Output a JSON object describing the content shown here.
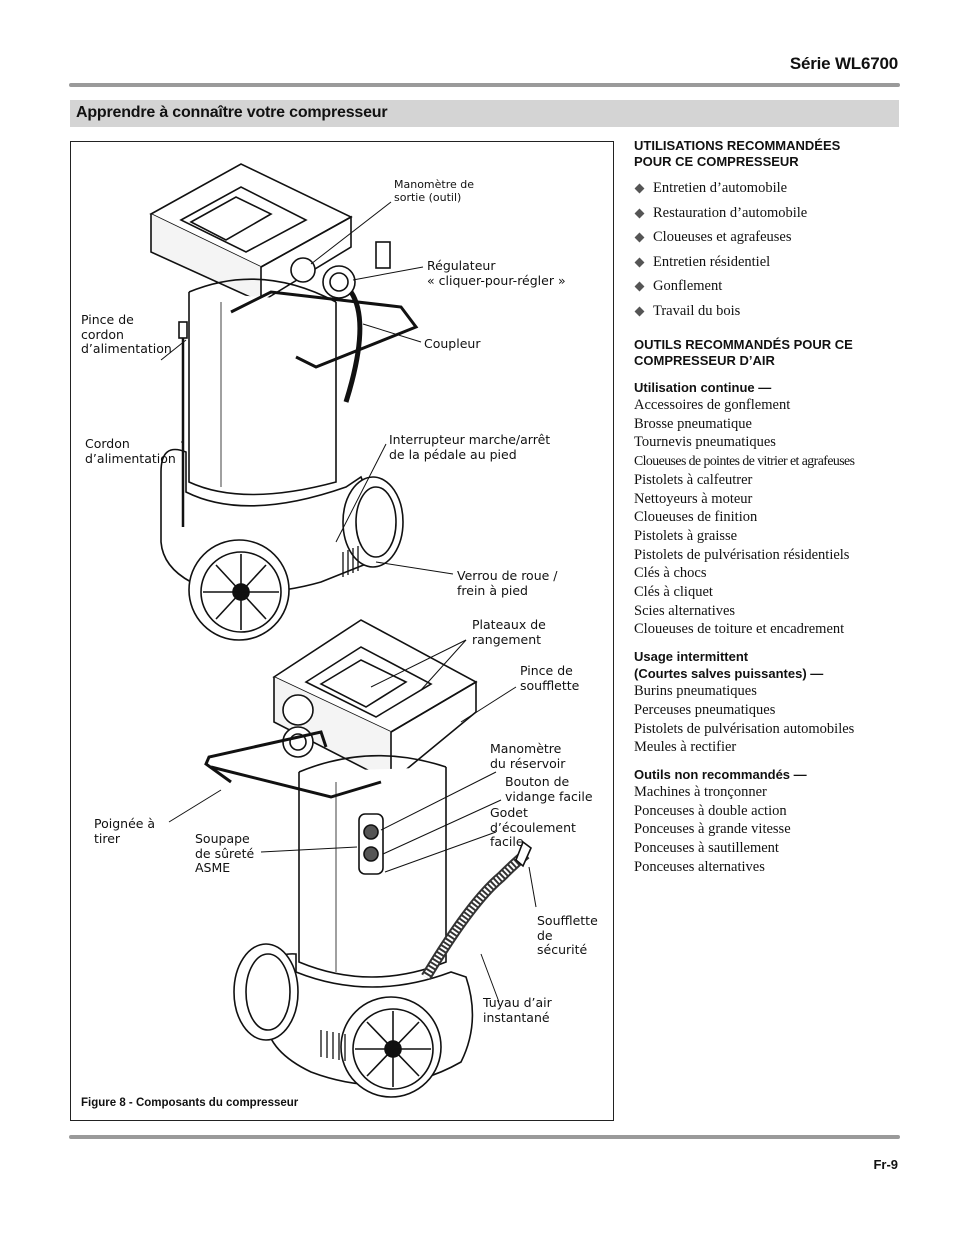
{
  "header": {
    "series": "Série WL6700"
  },
  "section": {
    "title": "Apprendre à connaître votre compresseur"
  },
  "figure": {
    "caption": "Figure 8 - Composants du compresseur",
    "labels": {
      "outlet_gauge": "Manomètre de\nsortie (outil)",
      "regulator": "Régulateur\n« cliquer-pour-régler »",
      "cord_clip": "Pince de\ncordon\nd’alimentation",
      "coupler": "Coupleur",
      "power_cord": "Cordon\nd’alimentation",
      "on_off_switch": "Interrupteur marche/arrêt\nde la pédale au pied",
      "wheel_lock": "Verrou de roue /\nfrein à pied",
      "storage_trays": "Plateaux de\nrangement",
      "blow_gun_clip": "Pince de\nsoufflette",
      "tank_gauge": "Manomètre\ndu réservoir",
      "drain_button": "Bouton de\nvidange facile",
      "drip_cup": "Godet\nd’écoulement\nfacile",
      "pull_handle": "Poignée à\ntirer",
      "safety_valve": "Soupape\nde sûreté\nASME",
      "safety_blow_gun": "Soufflette\nde\nsécurité",
      "air_hose": "Tuyau d’air\ninstantané"
    }
  },
  "right": {
    "uses_title": "UTILISATIONS RECOMMANDÉES\nPOUR CE COMPRESSEUR",
    "uses": [
      "Entretien d’automobile",
      "Restauration d’automobile",
      "Cloueuses et agrafeuses",
      "Entretien résidentiel",
      "Gonflement",
      "Travail du bois"
    ],
    "tools_title": "OUTILS RECOMMANDÉS POUR CE\nCOMPRESSEUR D’AIR",
    "continuous_title": "Utilisation continue —",
    "continuous": [
      "Accessoires de gonflement",
      "Brosse pneumatique",
      "Tournevis pneumatiques",
      "Cloueuses de pointes de vitrier et agrafeuses",
      "Pistolets à calfeutrer",
      "Nettoyeurs à moteur",
      "Cloueuses de finition",
      "Pistolets à graisse",
      "Pistolets de pulvérisation résidentiels",
      "Clés à chocs",
      "Clés à cliquet",
      "Scies alternatives",
      "Cloueuses de toiture et encadrement"
    ],
    "intermittent_title": "Usage intermittent\n(Courtes salves puissantes) —",
    "intermittent": [
      "Burins pneumatiques",
      "Perceuses pneumatiques",
      "Pistolets de pulvérisation automobiles",
      "Meules à rectifier"
    ],
    "not_recommended_title": "Outils non recommandés —",
    "not_recommended": [
      "Machines à tronçonner",
      "Ponceuses à double action",
      "Ponceuses à grande vitesse",
      "Ponceuses à sautillement",
      "Ponceuses alternatives"
    ]
  },
  "footer": {
    "page": "Fr-9"
  }
}
